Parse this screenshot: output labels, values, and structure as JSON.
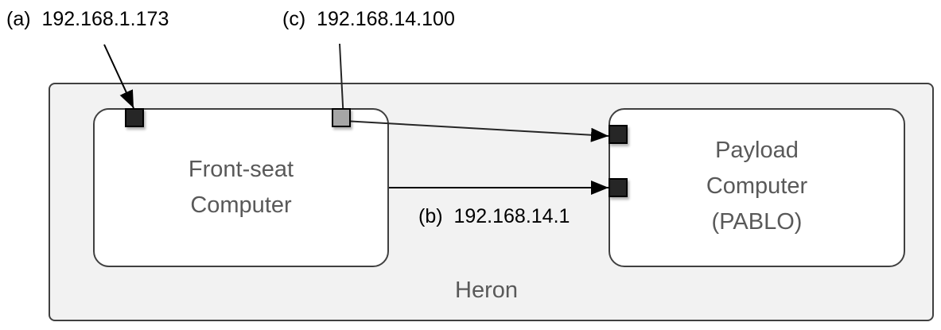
{
  "diagram": {
    "container": {
      "label": "Heron"
    },
    "nodes": [
      {
        "id": "front-seat",
        "label_lines": [
          "Front-seat",
          "Computer"
        ]
      },
      {
        "id": "payload",
        "label_lines": [
          "Payload",
          "Computer",
          "(PABLO)"
        ]
      }
    ],
    "annotations": {
      "a": {
        "tag": "(a)",
        "ip": "192.168.1.173"
      },
      "b": {
        "tag": "(b)",
        "ip": "192.168.14.1"
      },
      "c": {
        "tag": "(c)",
        "ip": "192.168.14.100"
      }
    },
    "colors": {
      "container_fill": "#f2f2f2",
      "node_fill": "#ffffff",
      "border": "#404040",
      "port_dark": "#262626",
      "port_light": "#a6a6a6",
      "node_text": "#595959"
    }
  }
}
